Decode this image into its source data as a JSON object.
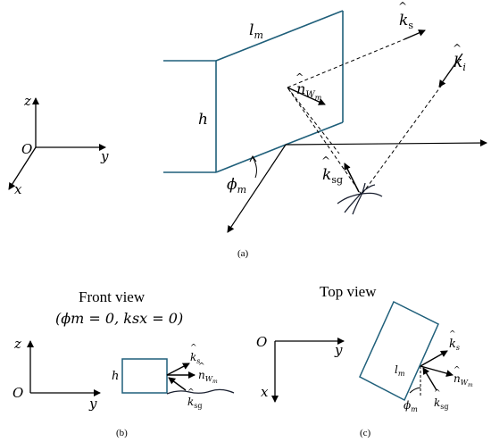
{
  "panel_a": {
    "caption": "(a)",
    "axes": {
      "origin": "O",
      "x": "x",
      "y": "y",
      "z": "z"
    },
    "labels": {
      "lm": "l",
      "lm_sub": "m",
      "h": "h",
      "phi": "ϕ",
      "phi_sub": "m",
      "ks": "k",
      "ks_sub": "s",
      "ki": "k",
      "ki_sub": "i",
      "ksg": "k",
      "ksg_sub": "sg",
      "nw": "n",
      "nw_sub": "W",
      "nw_subsub": "m"
    }
  },
  "panel_b": {
    "caption": "(b)",
    "title": "Front view",
    "subtitle": "(ϕm = 0, ksx = 0)",
    "axes": {
      "origin": "O",
      "y": "y",
      "z": "z"
    },
    "labels": {
      "h": "h",
      "ks": "k",
      "ks_sub": "s",
      "nw": "n",
      "nw_sub": "W",
      "nw_subsub": "m",
      "ksg": "k",
      "ksg_sub": "sg"
    }
  },
  "panel_c": {
    "caption": "(c)",
    "title": "Top view",
    "axes": {
      "origin": "O",
      "x": "x",
      "y": "y"
    },
    "labels": {
      "lm": "l",
      "lm_sub": "m",
      "phi": "ϕ",
      "phi_sub": "m",
      "ks": "k",
      "ks_sub": "s",
      "nw": "n",
      "nw_sub": "W",
      "nw_subsub": "m",
      "ksg": "k",
      "ksg_sub": "sg"
    }
  },
  "colors": {
    "plate": "#1f5f7a",
    "line": "#000000"
  }
}
